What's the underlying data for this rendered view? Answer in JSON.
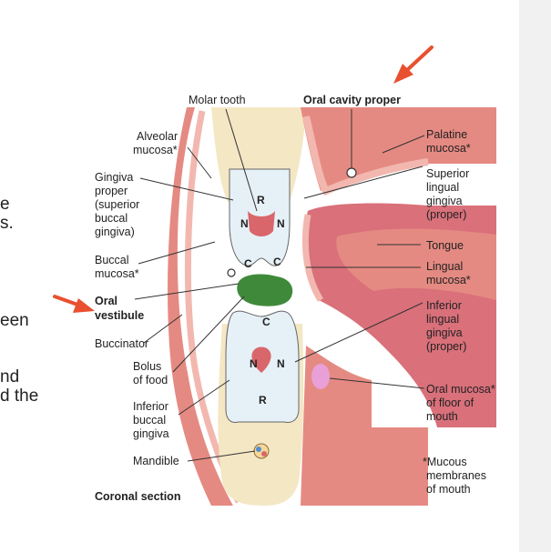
{
  "colors": {
    "soft_tissue": "#e58a82",
    "mucosa": "#f2b8b0",
    "bone": "#f4e7c4",
    "tooth": "#e6f0f7",
    "pulp": "#d9666a",
    "bolus": "#3f8a3a",
    "arrow": "#e8502f",
    "side_panel": "#f1f1f1"
  },
  "left_text_fragments": [
    "e",
    "s.",
    "een",
    "nd",
    "d the"
  ],
  "labels": {
    "molar_tooth": "Molar tooth",
    "oral_cavity_proper": "Oral cavity proper",
    "alveolar_mucosa": [
      "Alveolar",
      "mucosa*"
    ],
    "gingiva_proper": [
      "Gingiva",
      "proper",
      "(superior",
      "buccal",
      "gingiva)"
    ],
    "buccal_mucosa": [
      "Buccal",
      "mucosa*"
    ],
    "oral_vestibule": [
      "Oral",
      "vestibule"
    ],
    "buccinator": "Buccinator",
    "bolus_of_food": [
      "Bolus",
      "of food"
    ],
    "inferior_buccal_gingiva": [
      "Inferior",
      "buccal",
      "gingiva"
    ],
    "mandible": "Mandible",
    "coronal_section": "Coronal section",
    "palatine_mucosa": [
      "Palatine",
      "mucosa*"
    ],
    "superior_lingual_gingiva": [
      "Superior",
      "lingual",
      "gingiva",
      "(proper)"
    ],
    "tongue": "Tongue",
    "lingual_mucosa": [
      "Lingual",
      "mucosa*"
    ],
    "inferior_lingual_gingiva": [
      "Inferior",
      "lingual",
      "gingiva",
      "(proper)"
    ],
    "oral_mucosa_floor": [
      "Oral mucosa*",
      "of floor of",
      "mouth"
    ],
    "mucous_membranes": [
      "*Mucous",
      "membranes",
      "of mouth"
    ]
  },
  "tooth_letters": {
    "r": "R",
    "n": "N",
    "c": "C"
  }
}
